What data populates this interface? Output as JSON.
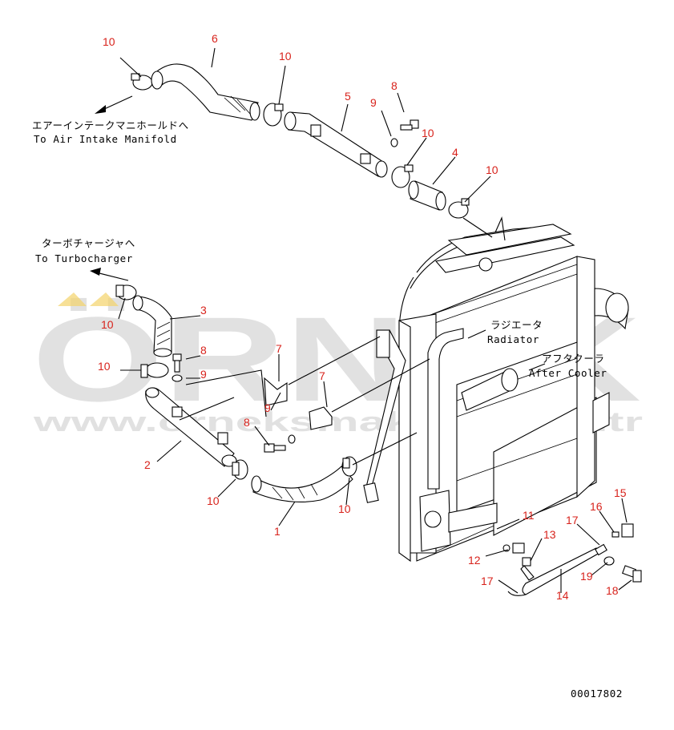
{
  "watermark": {
    "big": "ÖRNEK",
    "url": "www.orneksmakina.com.tr"
  },
  "notes": {
    "intake_ja": "エアーインテークマニホールドへ",
    "intake_en": "To Air Intake Manifold",
    "turbo_ja": "ターボチャージャへ",
    "turbo_en": "To Turbocharger",
    "radiator_ja": "ラジエータ",
    "radiator_en": "Radiator",
    "aftercooler_ja": "アフタクーラ",
    "aftercooler_en": "After Cooler"
  },
  "doc_id": "00017802",
  "callouts": {
    "c10a": "10",
    "c6": "6",
    "c10b": "10",
    "c5": "5",
    "c8a": "8",
    "c9a": "9",
    "c10c": "10",
    "c4": "4",
    "c10d": "10",
    "c10e": "10",
    "c3": "3",
    "c8b": "8",
    "c10f": "10",
    "c9b": "9",
    "c7a": "7",
    "c7b": "7",
    "c9c": "9",
    "c8c": "8",
    "c2": "2",
    "c10g": "10",
    "c1": "1",
    "c10h": "10",
    "c11": "11",
    "c15": "15",
    "c16": "16",
    "c17a": "17",
    "c13": "13",
    "c12": "12",
    "c17b": "17",
    "c19": "19",
    "c14": "14",
    "c18": "18"
  }
}
